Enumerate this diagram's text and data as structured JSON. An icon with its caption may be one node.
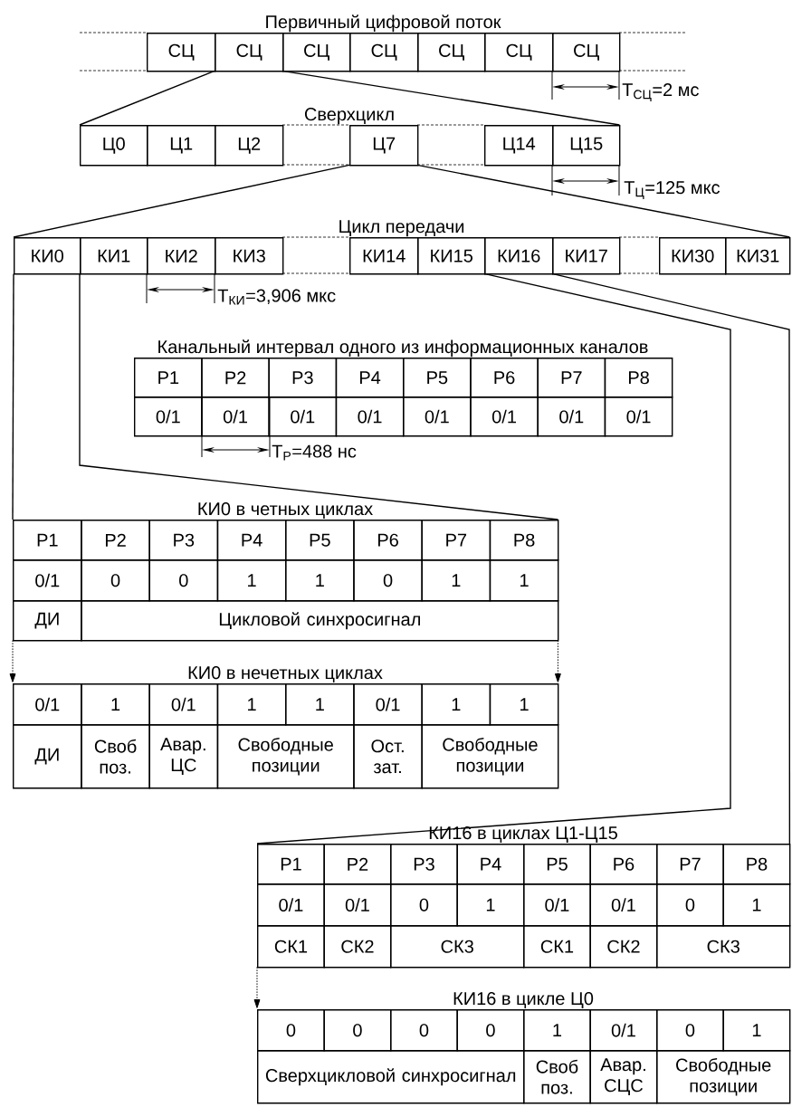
{
  "diagram": {
    "nodes": [
      {
        "text": [
          "Первичный цифровой поток",
          "СЦ",
          "СЦ",
          "СЦ",
          "СЦ",
          "СЦ",
          "СЦ",
          "СЦ"
        ]
      },
      {
        "text": [
          "Сверхцикл",
          "Ц0",
          "Ц1",
          "Ц2",
          "Ц7",
          "Ц14",
          "Ц15"
        ]
      },
      {
        "text": [
          "Цикл передачи",
          "КИ0",
          "КИ1",
          "КИ2",
          "КИ3",
          "КИ14",
          "КИ15",
          "КИ16",
          "КИ17",
          "КИ30",
          "КИ31"
        ]
      },
      {
        "text": [
          "Канальный интервал одного из информационных каналов",
          "P1",
          "P2",
          "P3",
          "P4",
          "P5",
          "P6",
          "P7",
          "P8",
          "0/1",
          "0/1",
          "0/1",
          "0/1",
          "0/1",
          "0/1",
          "0/1",
          "0/1"
        ]
      },
      {
        "text": [
          "КИ0 в четных циклах",
          "P1",
          "P2",
          "P3",
          "P4",
          "P5",
          "P6",
          "P7",
          "P8",
          "0/1",
          "0",
          "0",
          "1",
          "1",
          "0",
          "1",
          "1",
          "ДИ",
          "Цикловой синхросигнал"
        ]
      },
      {
        "text": [
          "КИ0 в нечетных циклах",
          "0/1",
          "1",
          "0/1",
          "1",
          "1",
          "0/1",
          "1",
          "1",
          "ДИ",
          "Своб поз.",
          "Авар. ЦС",
          "Свободные позиции",
          "Ост. зат.",
          "Свободные позиции"
        ]
      },
      {
        "text": [
          "КИ16 в циклах Ц1-Ц15",
          "P1",
          "P2",
          "P3",
          "P4",
          "P5",
          "P6",
          "P7",
          "P8",
          "0/1",
          "0/1",
          "0",
          "1",
          "0/1",
          "0/1",
          "0",
          "1",
          "СК1",
          "СК2",
          "СК3",
          "СК1",
          "СК2",
          "СК3"
        ]
      },
      {
        "text": [
          "КИ16 в цикле Ц0",
          "0",
          "0",
          "0",
          "0",
          "1",
          "0/1",
          "0",
          "1",
          "Сверхцикловой синхросигнал",
          "Своб поз.",
          "Авар. СЦС",
          "Свободные позиции"
        ]
      }
    ],
    "edges": [
      {
        "from": 0,
        "to": 1,
        "arrow": "none"
      },
      {
        "from": 0,
        "to": 1,
        "arrow": "none"
      },
      {
        "from": 1,
        "to": 2,
        "arrow": "none"
      },
      {
        "from": 1,
        "to": 2,
        "arrow": "none"
      },
      {
        "from": 2,
        "to": 4,
        "arrow": "none"
      },
      {
        "from": 2,
        "to": 4,
        "arrow": "none"
      },
      {
        "from": 2,
        "to": 6,
        "arrow": "none"
      },
      {
        "from": 2,
        "to": 6,
        "arrow": "none"
      },
      {
        "from": 4,
        "to": 5,
        "arrow": "to",
        "style": "dashed"
      },
      {
        "from": 4,
        "to": 5,
        "arrow": "to",
        "style": "dashed"
      },
      {
        "from": 6,
        "to": 7,
        "arrow": "to",
        "style": "dashed"
      }
    ],
    "labels": [
      "T$_{СЦ}$=2 мс",
      "T$_{Ц}$=125 мкс",
      "T$_{КИ}$=3,906 мкс",
      "T$_{Р}$=488 нс"
    ]
  }
}
